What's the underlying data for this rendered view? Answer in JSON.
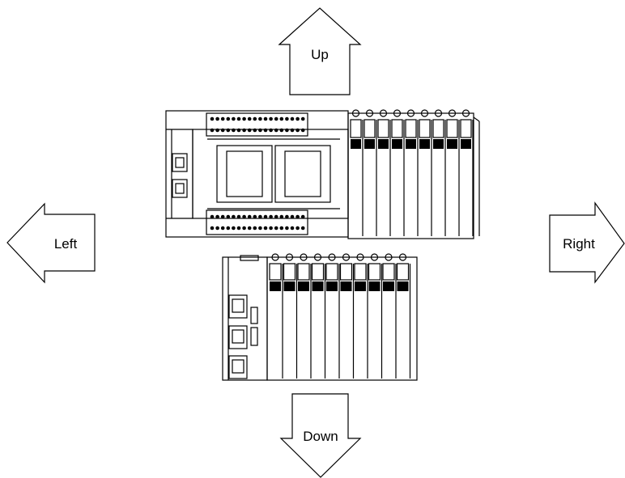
{
  "arrows": {
    "up": "Up",
    "down": "Down",
    "left": "Left",
    "right": "Right"
  },
  "colors": {
    "stroke": "#000000",
    "background": "#ffffff",
    "fill": "#ffffff"
  }
}
